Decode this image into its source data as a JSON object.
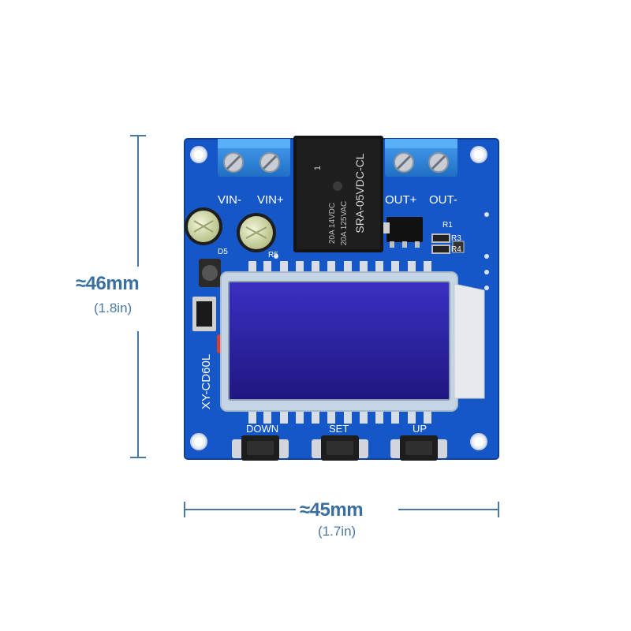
{
  "dimensions": {
    "height": {
      "label": "≈46mm",
      "sub": "(1.8in)"
    },
    "width": {
      "label": "≈45mm",
      "sub": "(1.7in)"
    }
  },
  "board": {
    "model": "XY-CD60L",
    "terminals": {
      "vin_minus": "VIN-",
      "vin_plus": "VIN+",
      "out_plus": "OUT+",
      "out_minus": "OUT-"
    },
    "relay": {
      "model": "SRA-05VDC-CL",
      "rating_1": "20A 14VDC",
      "rating_2": "20A 125VAC",
      "pin": "1"
    },
    "buttons": {
      "down": "DOWN",
      "set": "SET",
      "up": "UP"
    },
    "components": {
      "r1": "R1",
      "r3": "R3",
      "r4": "R4",
      "r5": "R5",
      "d5": "D5"
    }
  },
  "colors": {
    "pcb": "#1657c8",
    "lcd": "#2a1f9e",
    "dimension_line": "#4a78a6"
  }
}
